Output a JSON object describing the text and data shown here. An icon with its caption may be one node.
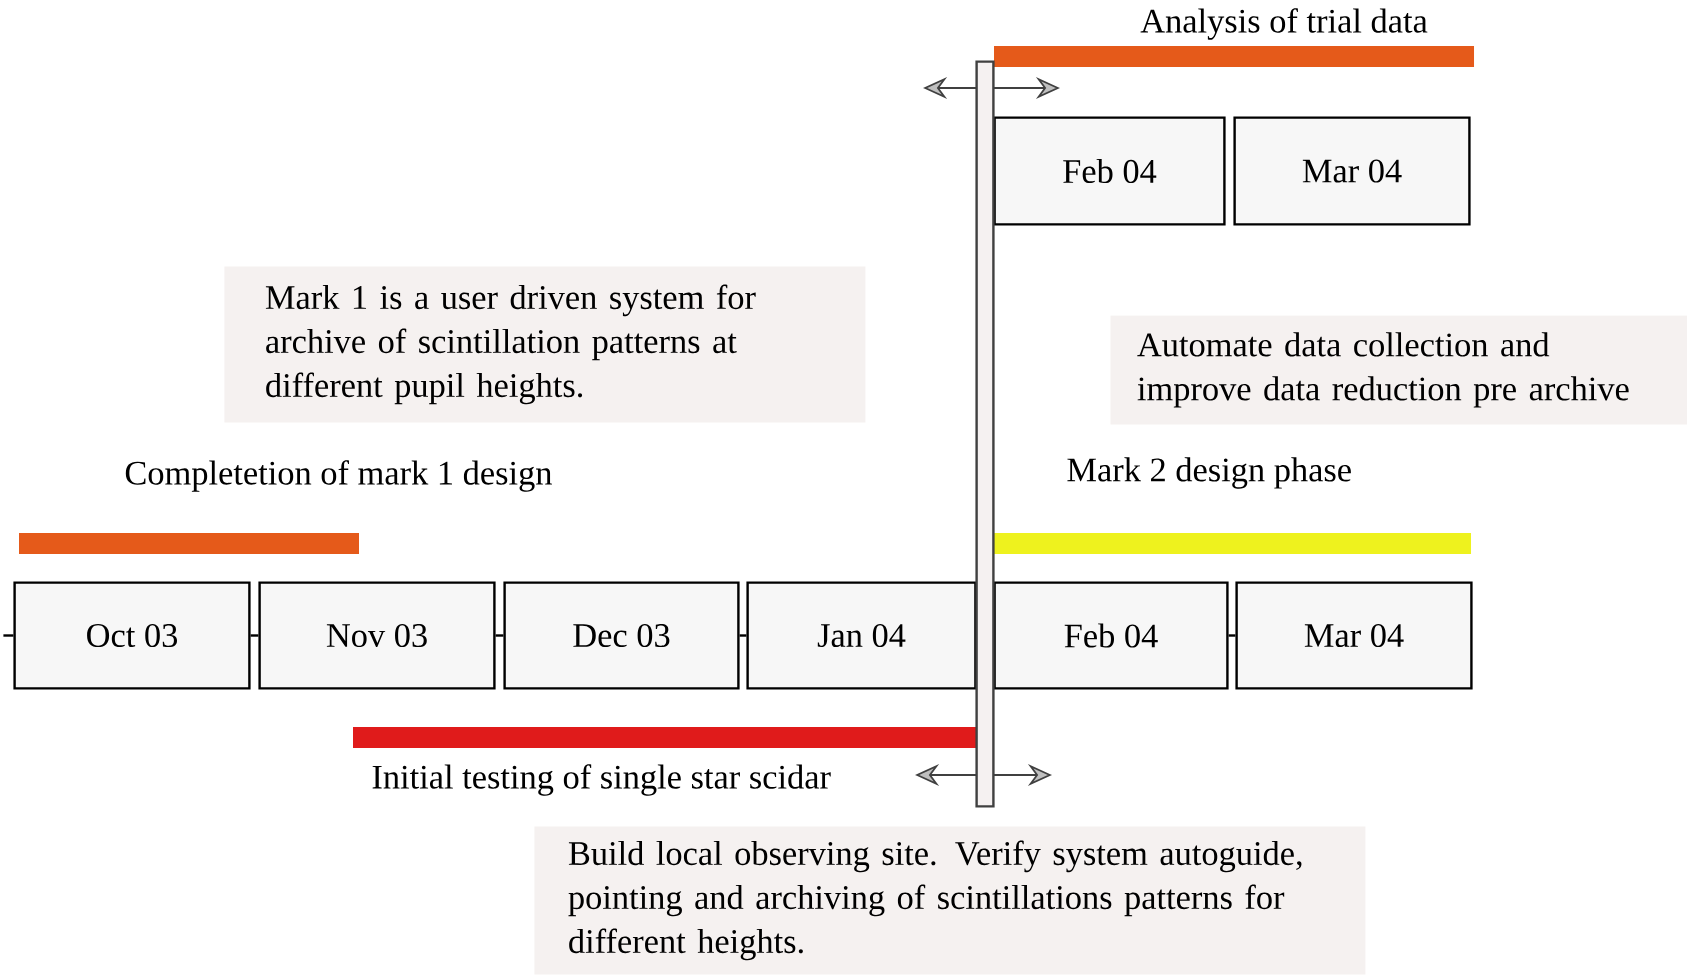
{
  "diagram": {
    "nodes": [
      {
        "text": [
          "Analysis of trial data"
        ]
      },
      {
        "text": [
          "Feb 04"
        ]
      },
      {
        "text": [
          "Mar 04"
        ]
      },
      {
        "text": [
          "Mark 1 is a user driven system for archive of scintillation patterns at different pupil heights."
        ]
      },
      {
        "text": [
          "Automate data collection and improve data reduction pre archive"
        ]
      },
      {
        "text": [
          "Completetion of mark 1 design"
        ]
      },
      {
        "text": [
          "Mark 2 design phase"
        ]
      },
      {
        "text": [
          "Oct 03"
        ]
      },
      {
        "text": [
          "Nov 03"
        ]
      },
      {
        "text": [
          "Dec 03"
        ]
      },
      {
        "text": [
          "Jan 04"
        ]
      },
      {
        "text": [
          "Feb 04"
        ]
      },
      {
        "text": [
          "Mar 04"
        ]
      },
      {
        "text": [
          "Initial testing of single star scidar"
        ]
      },
      {
        "text": [
          "Build local observing site. Verify system autoguide, pointing and archiving of scintillations patterns for different heights."
        ]
      },
      {
        "text": [],
        "shape": "bar"
      }
    ],
    "edges": [
      {
        "from": null,
        "to": 7,
        "arrow": "none"
      },
      {
        "from": 7,
        "to": 8,
        "arrow": "none"
      },
      {
        "from": 8,
        "to": 9,
        "arrow": "none"
      },
      {
        "from": 9,
        "to": 10,
        "arrow": "none"
      },
      {
        "from": 11,
        "to": 12,
        "arrow": "none"
      }
    ]
  }
}
